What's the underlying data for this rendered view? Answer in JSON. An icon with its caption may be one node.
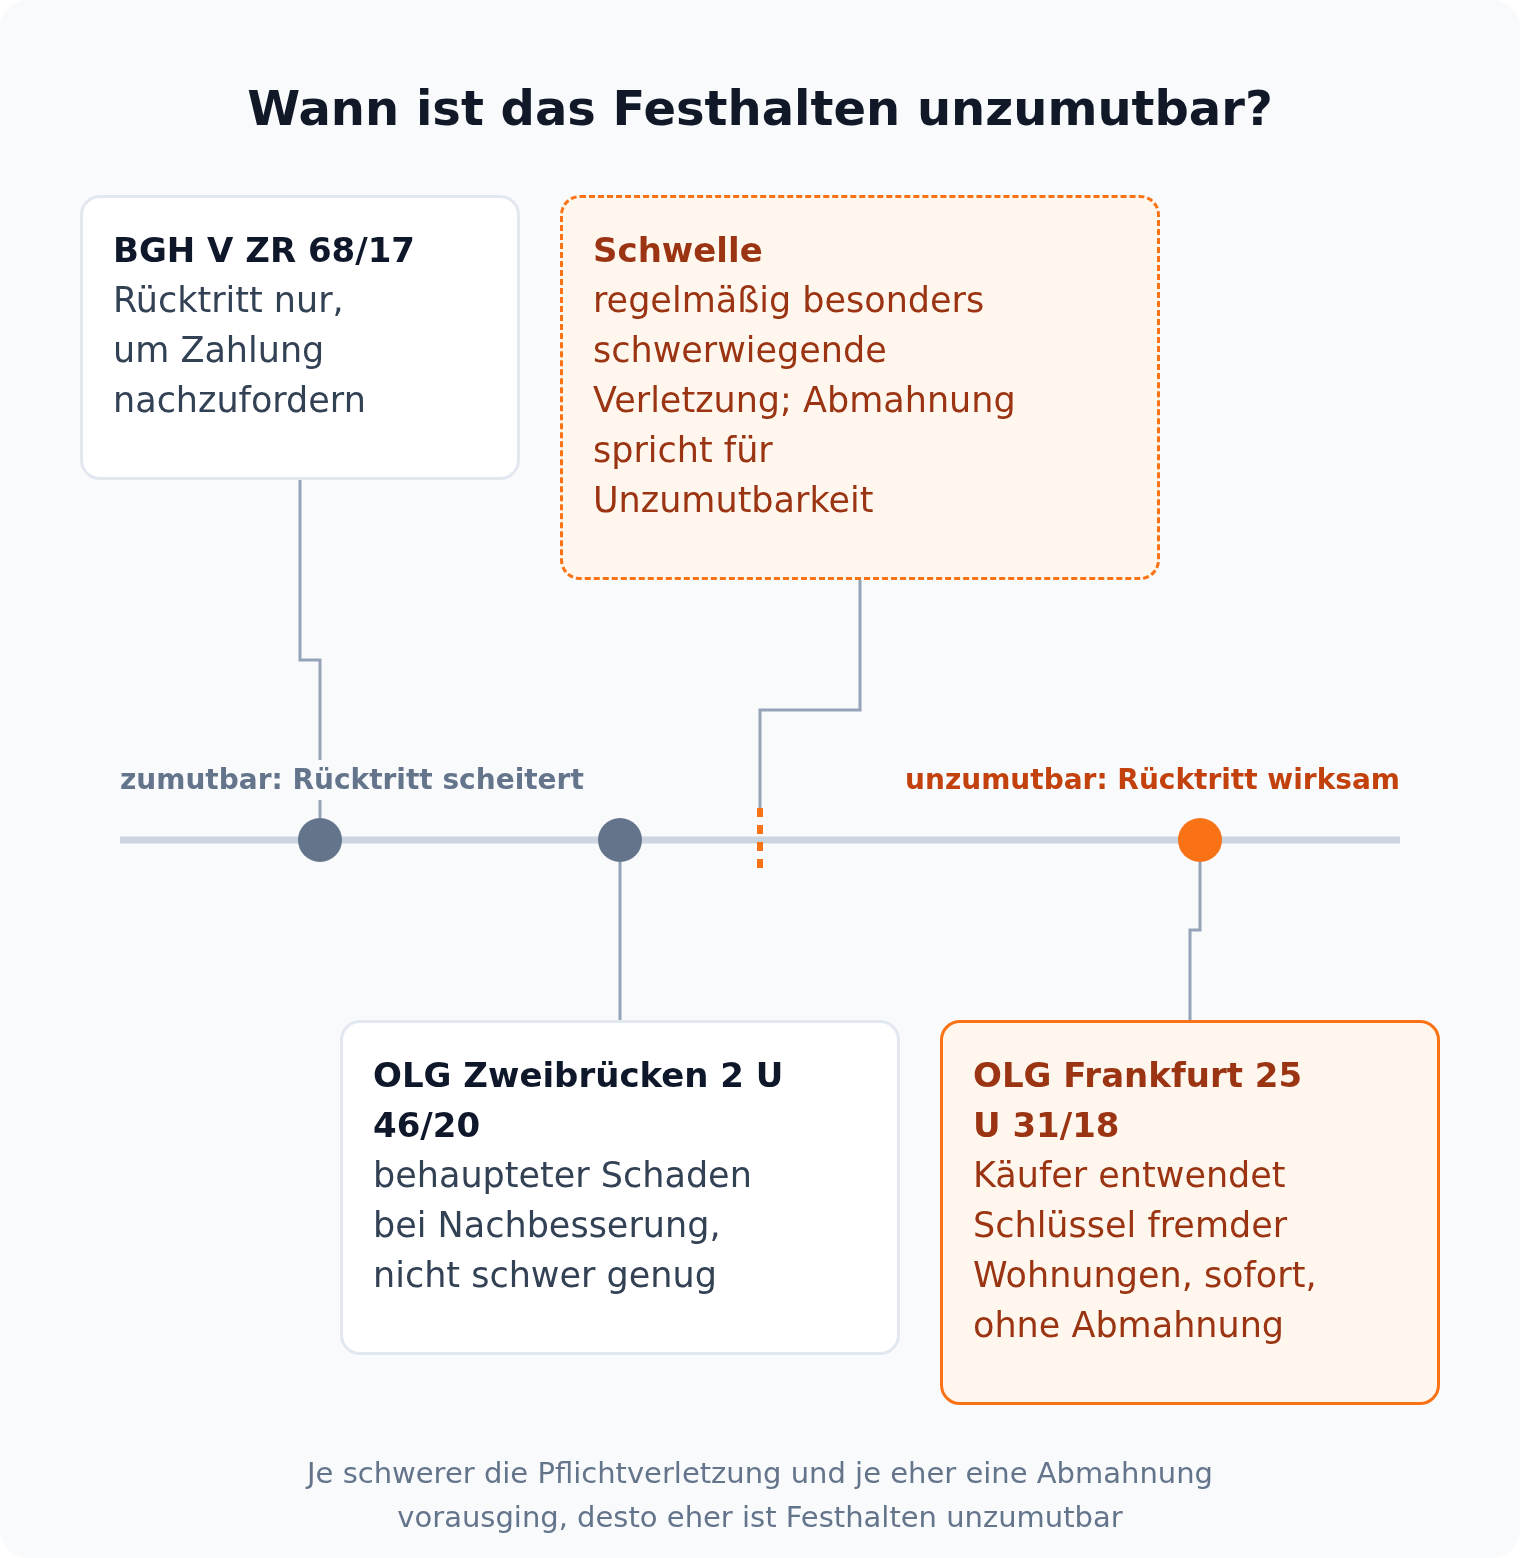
{
  "diagram": {
    "title": "Wann ist das Festhalten unzumutbar?",
    "nodes": [
      {
        "text": [
          "BGH V ZR 68/17",
          "Rücktritt nur, um Zahlung nachzufordern"
        ]
      },
      {
        "text": [
          "Schwelle",
          "regelmäßig besonders schwerwiegende Verletzung; Abmahnung spricht für Unzumutbarkeit"
        ]
      },
      {
        "text": [],
        "shape": "circle"
      },
      {
        "text": [],
        "shape": "circle"
      },
      {
        "text": [],
        "shape": "bar"
      },
      {
        "text": [],
        "shape": "circle"
      },
      {
        "text": [
          "OLG Zweibrücken 2 U 46/20",
          "behaupteter Schaden bei Nachbesserung, nicht schwer genug"
        ]
      },
      {
        "text": [
          "OLG Frankfurt 25 U 31/18",
          "Käufer entwendet Schlüssel fremder Wohnungen, sofort, ohne Abmahnung"
        ]
      }
    ],
    "edges": [
      {
        "from": 0,
        "to": 2,
        "arrow": "none"
      },
      {
        "from": 1,
        "to": 4,
        "arrow": "none"
      },
      {
        "from": 6,
        "to": 3,
        "arrow": "none"
      },
      {
        "from": 7,
        "to": 5,
        "arrow": "none"
      }
    ],
    "labels": [
      "zumutbar: Rücktritt scheitert",
      "unzumutbar: Rücktritt wirksam"
    ],
    "caption": "Je schwerer die Pflichtverletzung und je eher eine Abmahnung vorausging, desto eher ist Festhalten unzumutbar"
  }
}
